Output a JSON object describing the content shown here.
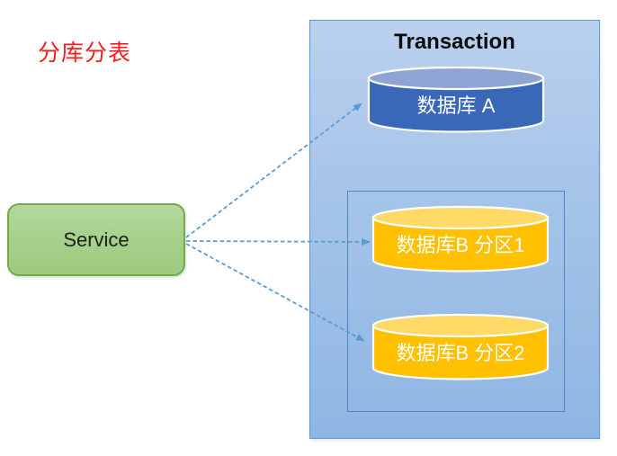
{
  "title": {
    "text": "分库分表"
  },
  "service": {
    "label": "Service"
  },
  "transaction": {
    "label": "Transaction",
    "database_a": {
      "label": "数据库 A"
    },
    "partition_group": {
      "partitions": [
        {
          "label": "数据库B 分区1"
        },
        {
          "label": "数据库B 分区2"
        }
      ]
    }
  },
  "connections": [
    {
      "from": "Service",
      "to": "数据库 A",
      "style": "dashed-arrow"
    },
    {
      "from": "Service",
      "to": "数据库B 分区1",
      "style": "dashed-arrow"
    },
    {
      "from": "Service",
      "to": "数据库B 分区2",
      "style": "dashed-arrow"
    }
  ],
  "colors": {
    "title_red": "#FE1B1B",
    "service_fill": "#A9D18E",
    "service_border": "#71AD47",
    "transaction_fill_top": "#BAD1EE",
    "transaction_fill_bottom": "#8FB6E3",
    "transaction_border": "#5B9BD5",
    "partition_border": "#4E86C6",
    "db_a_body": "#3A68B8",
    "db_a_top": "#8EA5D4",
    "db_b_body": "#FFC000",
    "db_b_top": "#FFD966",
    "arrow": "#5B9BD5"
  }
}
